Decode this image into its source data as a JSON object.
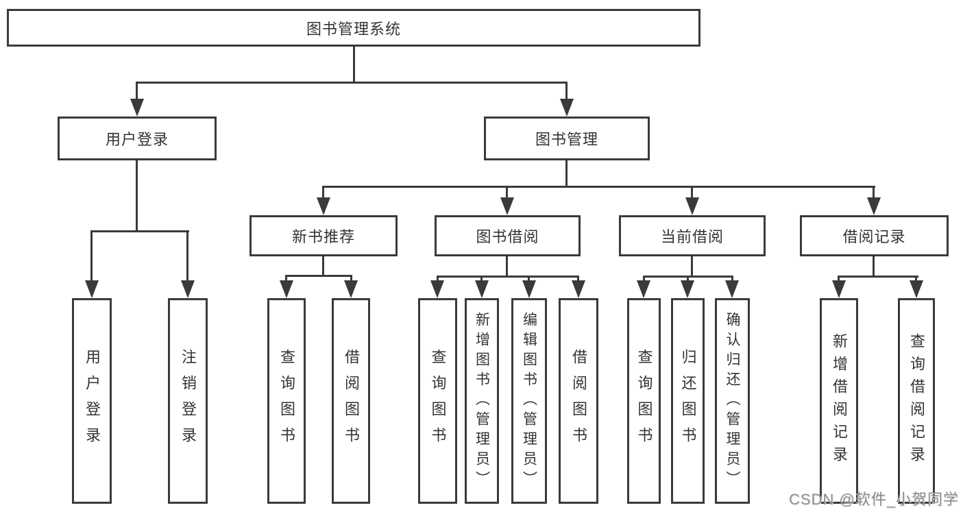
{
  "diagram_type": "hierarchy-tree",
  "colors": {
    "line": "#3a3a3a",
    "box_background": "#ffffff",
    "text": "#333333",
    "watermark": "#8f8f8f"
  },
  "tree": {
    "label": "图书管理系统",
    "children": [
      {
        "label": "用户登录",
        "children": [
          {
            "label": "用户登录"
          },
          {
            "label": "注销登录"
          }
        ]
      },
      {
        "label": "图书管理",
        "children": [
          {
            "label": "新书推荐",
            "children": [
              {
                "label": "查询图书"
              },
              {
                "label": "借阅图书"
              }
            ]
          },
          {
            "label": "图书借阅",
            "children": [
              {
                "label": "查询图书"
              },
              {
                "label": "新增图书（管理员）"
              },
              {
                "label": "编辑图书（管理员）"
              },
              {
                "label": "借阅图书"
              }
            ]
          },
          {
            "label": "当前借阅",
            "children": [
              {
                "label": "查询图书"
              },
              {
                "label": "归还图书"
              },
              {
                "label": "确认归还（管理员）"
              }
            ]
          },
          {
            "label": "借阅记录",
            "children": [
              {
                "label": "新增借阅记录"
              },
              {
                "label": "查询借阅记录"
              }
            ]
          }
        ]
      }
    ]
  },
  "watermark": "CSDN @软件_小贺同学"
}
